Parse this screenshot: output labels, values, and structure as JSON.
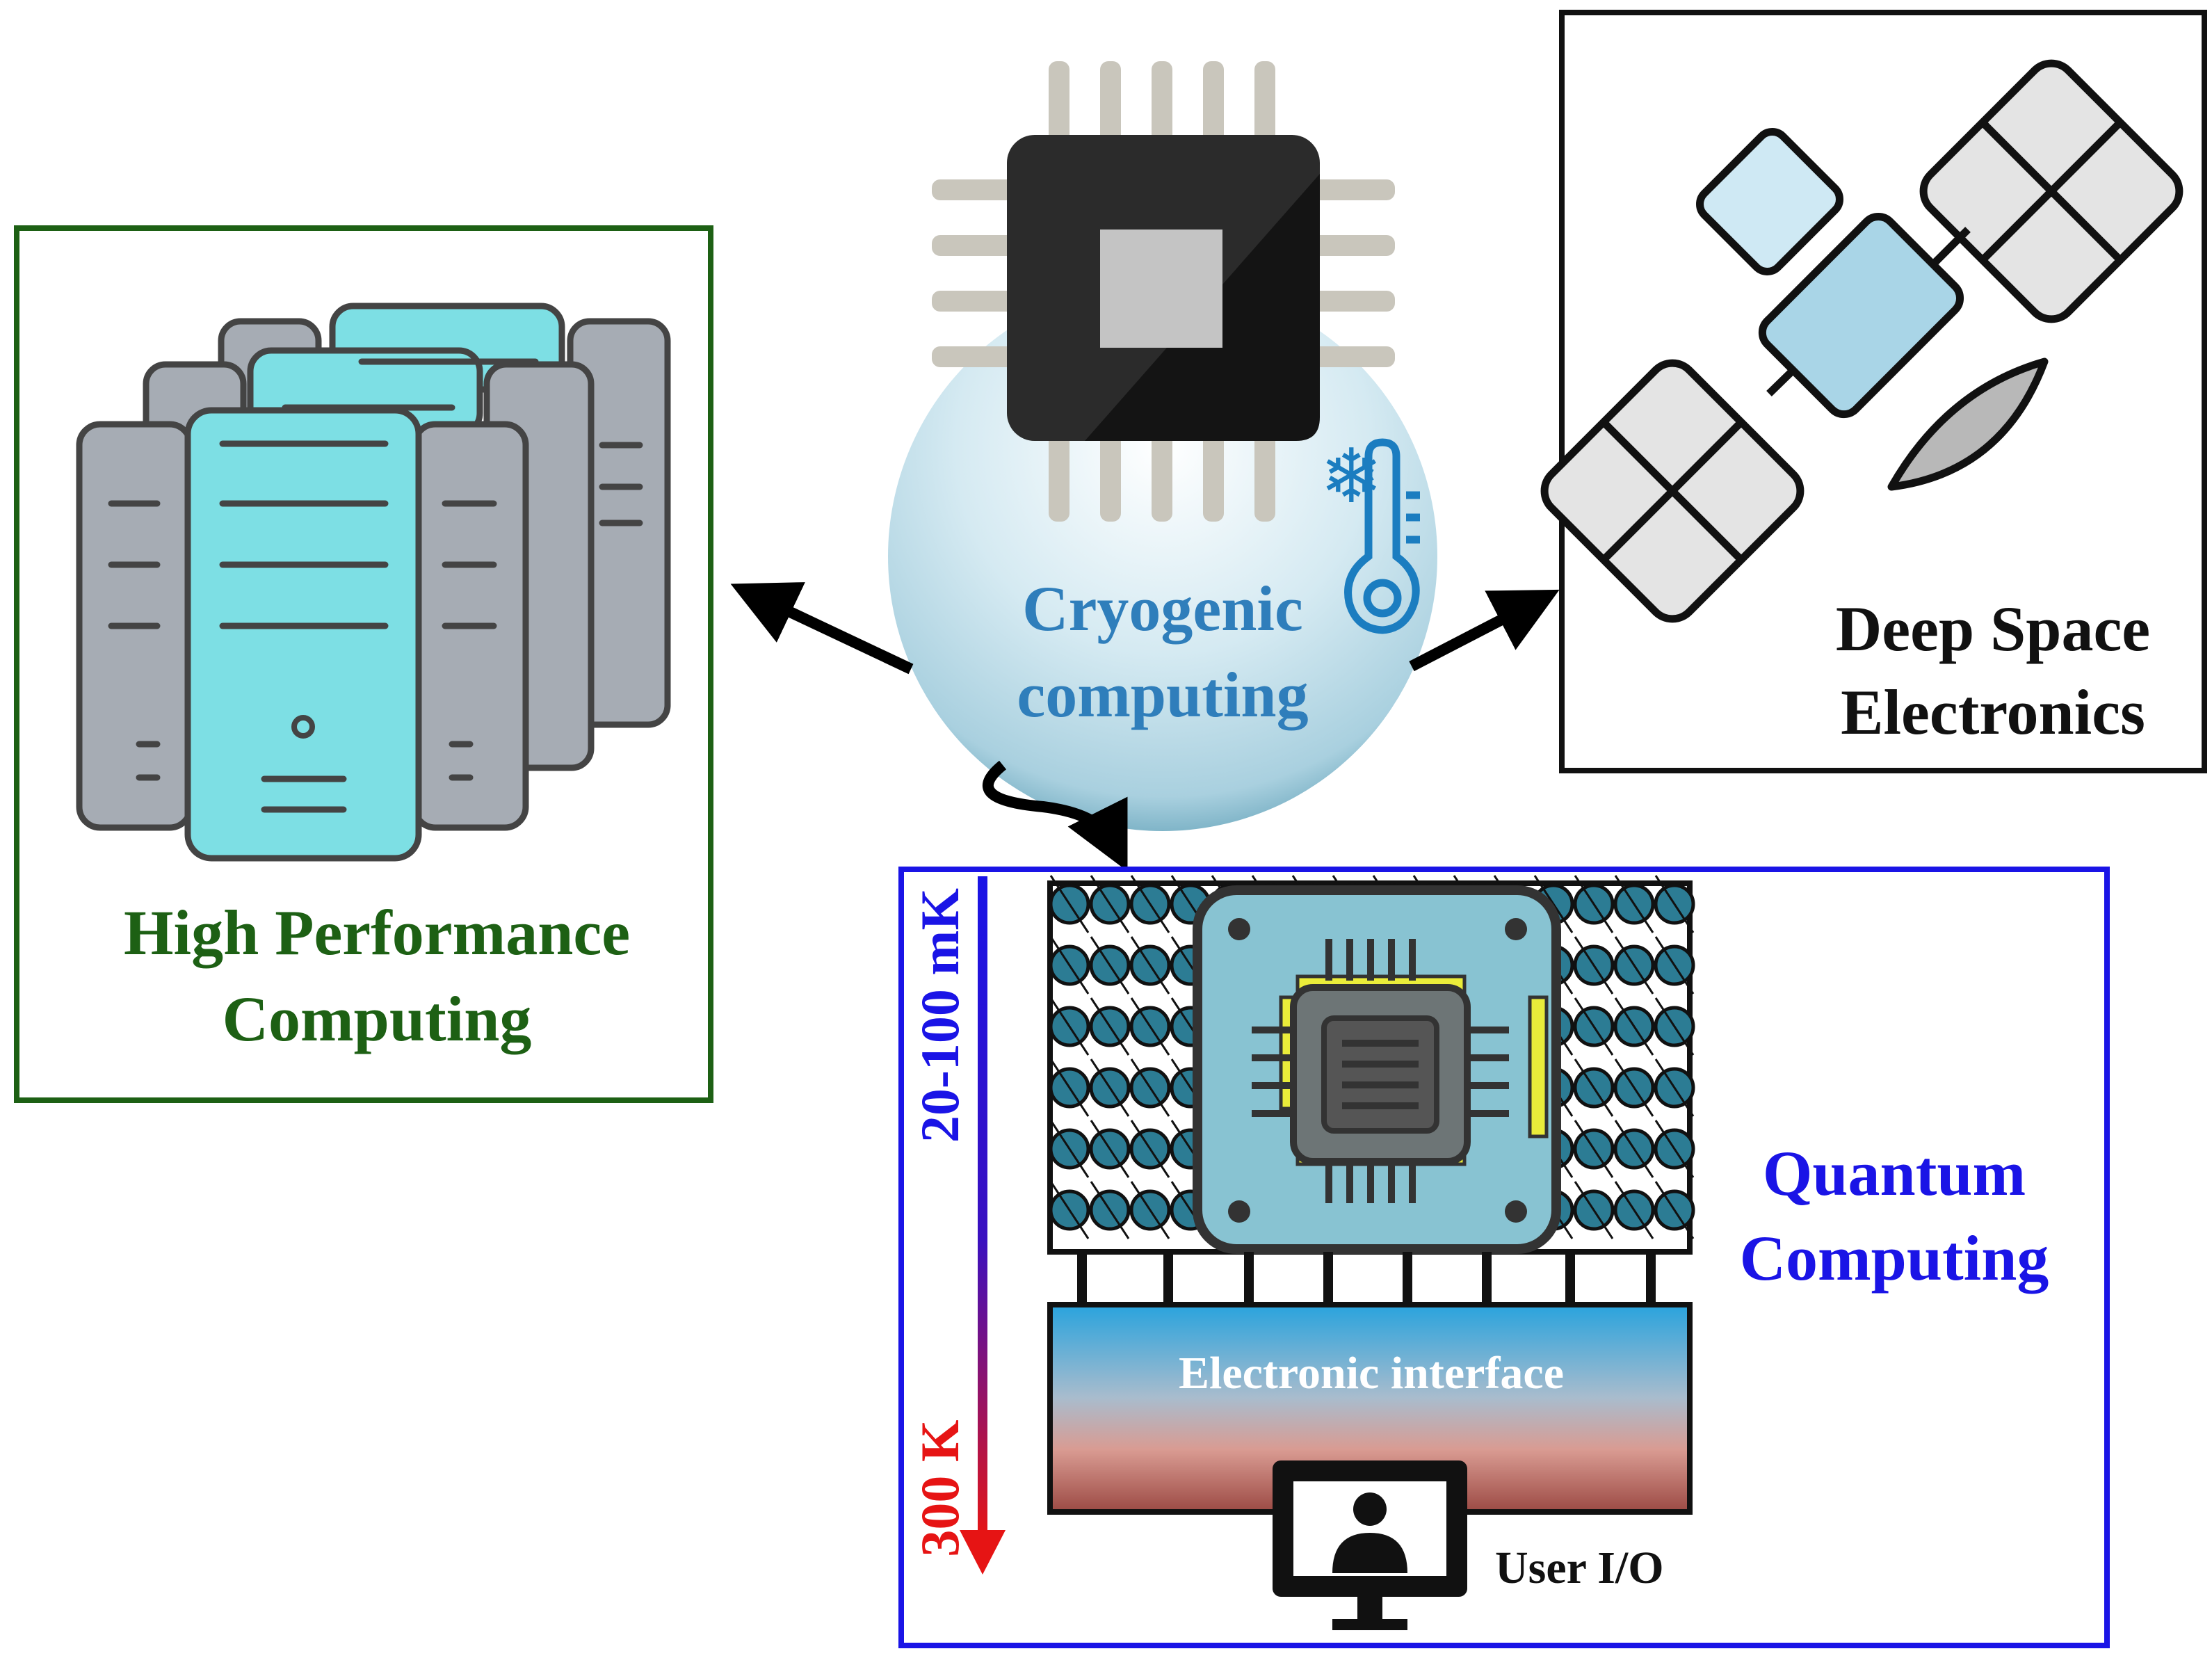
{
  "center": {
    "title_line1": "Cryogenic",
    "title_line2": "computing",
    "color": "#2f7ebb"
  },
  "hpc": {
    "title_line1": "High Performance",
    "title_line2": "Computing",
    "color": "#1d6014"
  },
  "space": {
    "title_line1": "Deep Space",
    "title_line2": "Electronics",
    "color": "#111111"
  },
  "quantum": {
    "title_line1": "Quantum",
    "title_line2": "Computing",
    "color": "#1a14e6",
    "interface_label": "Electronic interface",
    "user_io_label": "User I/O",
    "temp_cold": "20-100 mK",
    "temp_cold_color": "#1a14e6",
    "temp_warm": "300 K",
    "temp_warm_color": "#e61414"
  },
  "icons": {
    "chip": "microchip-icon",
    "snowflake": "snowflake-icon",
    "thermometer": "thermometer-icon",
    "servers": "server-stack-icon",
    "satellite": "satellite-icon",
    "qubits": "qubit-array-icon",
    "monitor": "user-monitor-icon"
  }
}
